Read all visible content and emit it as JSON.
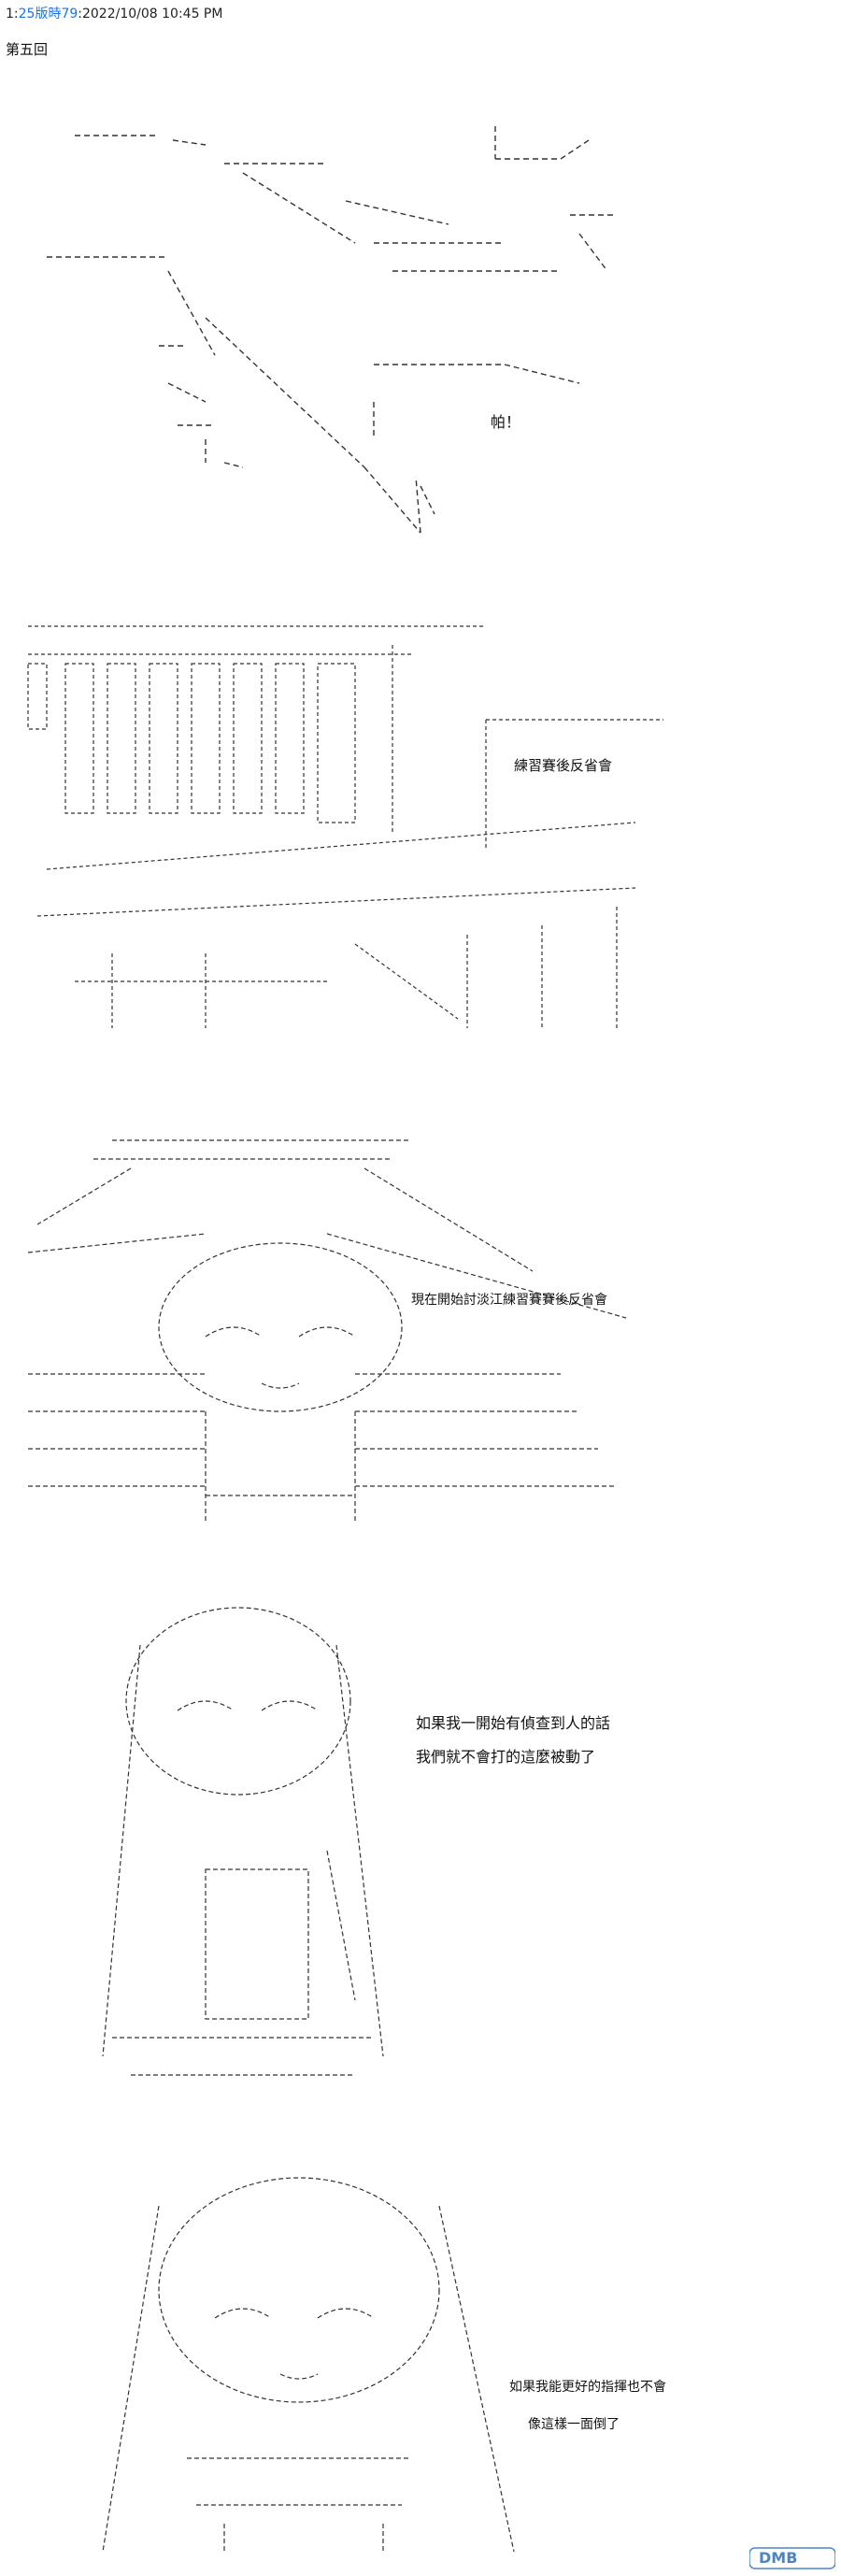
{
  "header": {
    "prefix": "1:",
    "linked": "25版時79",
    "timestamp": ":2022/10/08 10:45 PM"
  },
  "chapter_title": "第五回",
  "panels": [
    {
      "caption_lines": [
        "帕！"
      ]
    },
    {
      "caption_lines": [
        "練習賽後反省會"
      ]
    },
    {
      "caption_lines": [
        "現在開始討淡江練習賽賽後反省會"
      ]
    },
    {
      "caption_lines": [
        "如果我一開始有偵查到人的話",
        "我們就不會打的這麼被動了"
      ]
    },
    {
      "caption_lines": [
        "如果我能更好的指揮也不會",
        "像這樣一面倒了"
      ]
    }
  ],
  "watermark": {
    "text": "DMB",
    "icon": "dmzj-logo"
  }
}
